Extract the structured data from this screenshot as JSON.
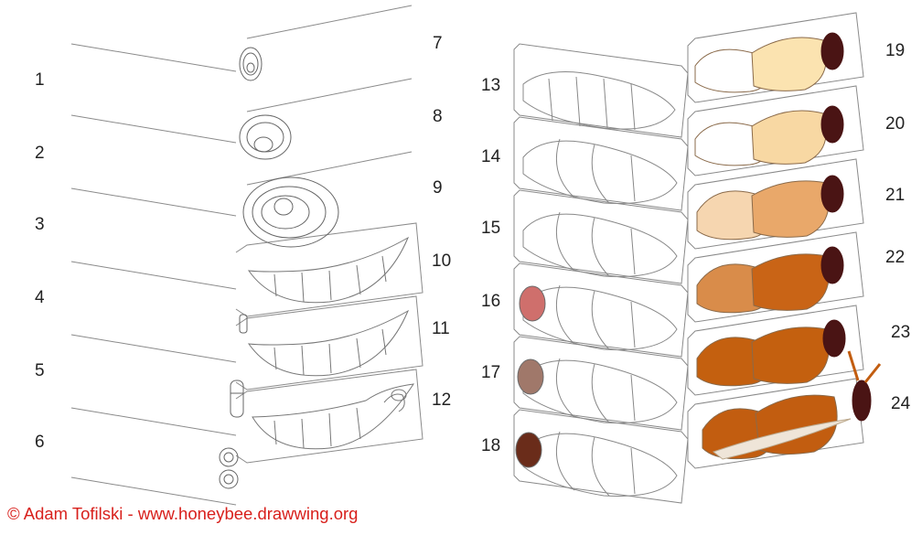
{
  "stages": [
    {
      "label": "1"
    },
    {
      "label": "2"
    },
    {
      "label": "3"
    },
    {
      "label": "4"
    },
    {
      "label": "5"
    },
    {
      "label": "6"
    },
    {
      "label": "7"
    },
    {
      "label": "8"
    },
    {
      "label": "9"
    },
    {
      "label": "10"
    },
    {
      "label": "11"
    },
    {
      "label": "12"
    },
    {
      "label": "13"
    },
    {
      "label": "14"
    },
    {
      "label": "15"
    },
    {
      "label": "16"
    },
    {
      "label": "17"
    },
    {
      "label": "18"
    },
    {
      "label": "19"
    },
    {
      "label": "20"
    },
    {
      "label": "21"
    },
    {
      "label": "22"
    },
    {
      "label": "23"
    },
    {
      "label": "24"
    }
  ],
  "credit": {
    "text": "© Adam Tofilski - www.honeybee.drawwing.org",
    "color": "#d8201c"
  },
  "colors": {
    "outline": "#8a8a8a",
    "cell_line": "#777777",
    "eye_16": "#cf6f6c",
    "eye_17": "#a0786a",
    "eye_18": "#6a2c1a",
    "eye_dark": "#4a1414",
    "pale_1": "#fbe3b0",
    "pale_2": "#f8d8a3",
    "tan_1": "#f6d6b0",
    "tan_2": "#e9a86a",
    "orange_1": "#d98c4a",
    "orange_2": "#c96416",
    "orange_3": "#c4600f",
    "orange_4": "#c25d10"
  }
}
